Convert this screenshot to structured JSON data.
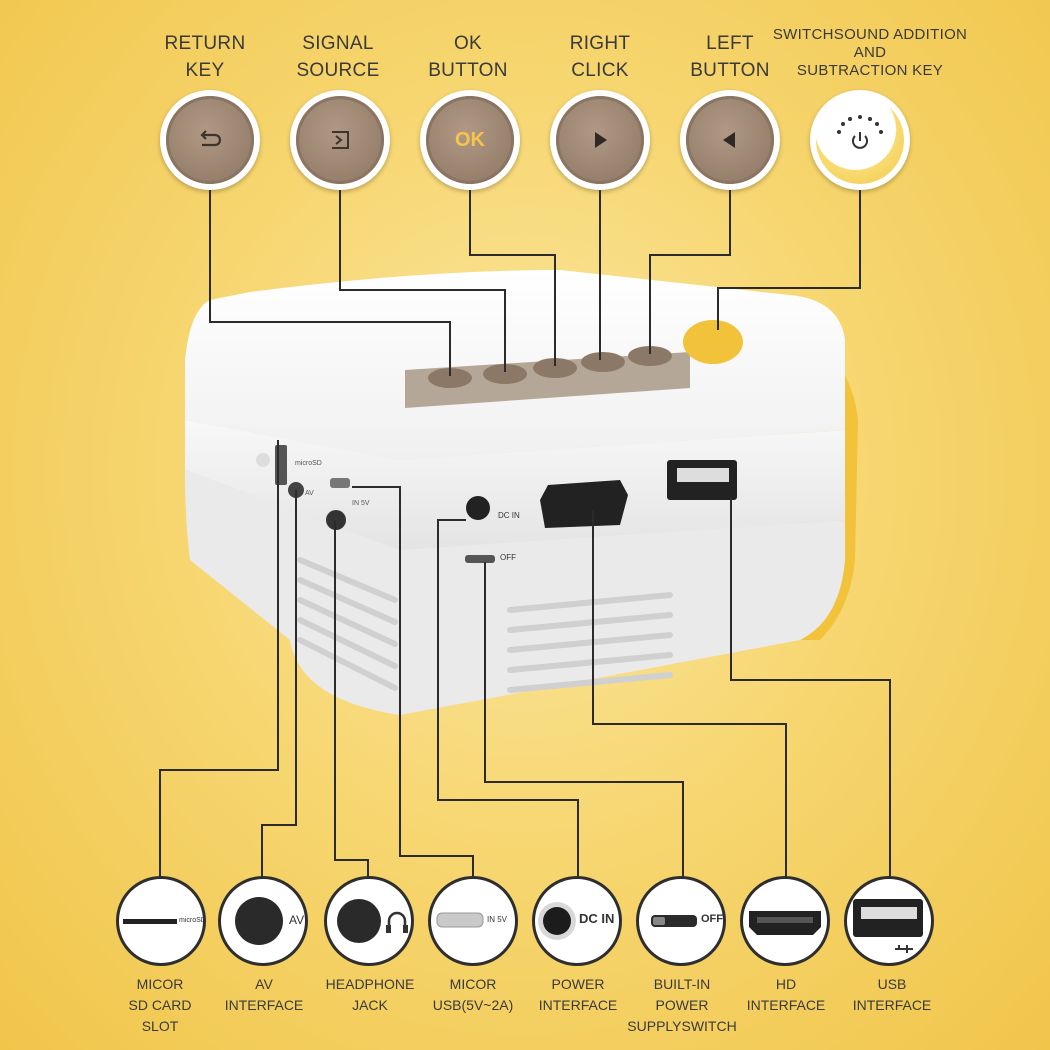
{
  "top_buttons": [
    {
      "label_lines": [
        "RETURN",
        "KEY"
      ],
      "icon": "return-icon"
    },
    {
      "label_lines": [
        "SIGNAL",
        "SOURCE"
      ],
      "icon": "source-icon"
    },
    {
      "label_lines": [
        "OK",
        "BUTTON"
      ],
      "icon": "ok-text",
      "glyph": "OK"
    },
    {
      "label_lines": [
        "RIGHT",
        "CLICK"
      ],
      "icon": "play-right-icon"
    },
    {
      "label_lines": [
        "LEFT",
        "BUTTON"
      ],
      "icon": "play-left-icon"
    },
    {
      "label_lines": [
        "SWITCHSOUND ADDITION",
        "AND",
        "SUBTRACTION KEY"
      ],
      "icon": "power-icon"
    }
  ],
  "bottom_ports": [
    {
      "label_lines": [
        "MICOR",
        "SD CARD",
        "SLOT"
      ],
      "port_text": "microSD"
    },
    {
      "label_lines": [
        "AV",
        "INTERFACE"
      ],
      "port_text": "AV"
    },
    {
      "label_lines": [
        "HEADPHONE",
        "JACK"
      ],
      "port_text": ""
    },
    {
      "label_lines": [
        "MICOR",
        "USB(5V~2A)"
      ],
      "port_text": "IN 5V"
    },
    {
      "label_lines": [
        "POWER",
        "INTERFACE"
      ],
      "port_text": "DC IN"
    },
    {
      "label_lines": [
        "BUILT-IN",
        "POWER",
        "SUPPLYSWITCH"
      ],
      "port_text": "OFF"
    },
    {
      "label_lines": [
        "HD",
        "INTERFACE"
      ],
      "port_text": ""
    },
    {
      "label_lines": [
        "USB",
        "INTERFACE"
      ],
      "port_text": ""
    }
  ],
  "device_labels": {
    "microsd": "microSD",
    "av": "AV",
    "in5v": "IN 5V",
    "dcin": "DC IN",
    "off": "OFF"
  },
  "colors": {
    "background": "#f7d772",
    "button_brown": "#96806c",
    "accent_yellow": "#f3c844",
    "device_white": "#ffffff",
    "line": "#2b2b2b"
  }
}
